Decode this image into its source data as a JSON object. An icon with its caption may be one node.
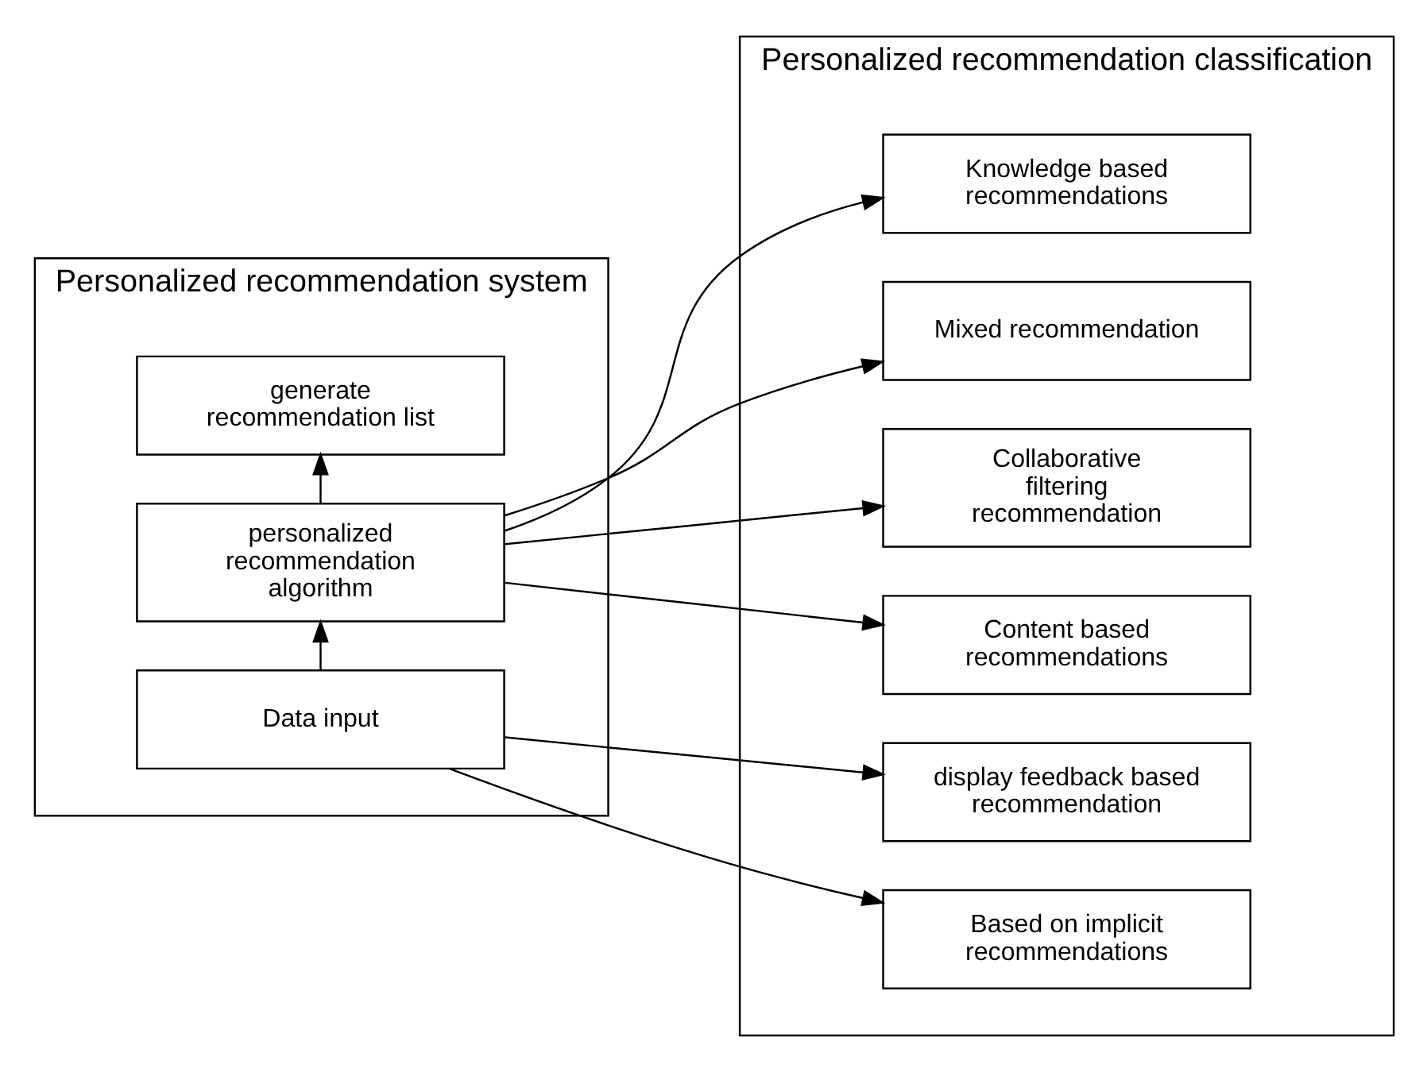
{
  "diagram": {
    "nodes": [
      {
        "text": [
          "Personalized recommendation system"
        ]
      },
      {
        "text": [
          "Data input"
        ],
        "in": 0
      },
      {
        "text": [
          "personalized recommendation algorithm"
        ],
        "in": 0
      },
      {
        "text": [
          "generate recommendation list"
        ],
        "in": 0
      },
      {
        "text": [
          "Personalized recommendation classification"
        ]
      },
      {
        "text": [
          "display feedback based recommendation"
        ],
        "in": 4
      },
      {
        "text": [
          "Based on implicit recommendations"
        ],
        "in": 4
      },
      {
        "text": [
          "Collaborative filtering recommendation"
        ],
        "in": 4
      },
      {
        "text": [
          "Content based recommendations"
        ],
        "in": 4
      },
      {
        "text": [
          "Knowledge based recommendations"
        ],
        "in": 4
      },
      {
        "text": [
          "Mixed recommendation"
        ],
        "in": 4
      }
    ],
    "edges": [
      {
        "from": 1,
        "to": 2,
        "arrow": "to"
      },
      {
        "from": 2,
        "to": 3,
        "arrow": "to"
      },
      {
        "from": 1,
        "to": 5,
        "arrow": "to"
      },
      {
        "from": 1,
        "to": 6,
        "arrow": "to"
      },
      {
        "from": 2,
        "to": 7,
        "arrow": "to"
      },
      {
        "from": 2,
        "to": 8,
        "arrow": "to"
      },
      {
        "from": 2,
        "to": 9,
        "arrow": "to"
      },
      {
        "from": 2,
        "to": 10,
        "arrow": "to"
      }
    ]
  }
}
